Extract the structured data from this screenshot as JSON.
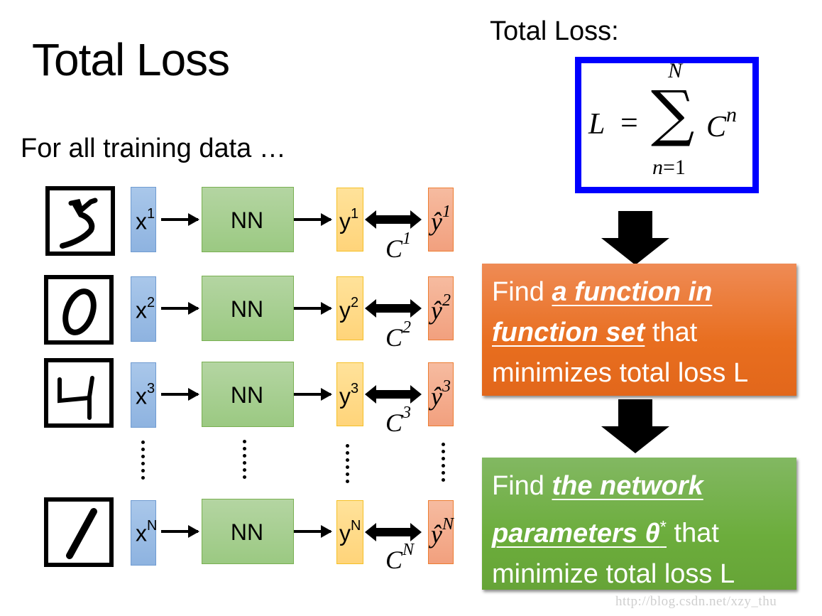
{
  "slide": {
    "title": "Total Loss",
    "subtitle": "For all training data …",
    "loss_label": "Total Loss:",
    "formula": {
      "lhs": "L",
      "equals": "=",
      "sum_symbol": "∑",
      "upper_limit": "N",
      "lower_var": "n",
      "lower_eq": "=1",
      "term": "C",
      "term_sup": "n",
      "border_color": "#0000ff"
    },
    "rows": [
      {
        "digit": "5",
        "x": "x",
        "x_sup": "1",
        "nn": "NN",
        "y": "y",
        "y_sup": "1",
        "yhat": "ŷ",
        "yhat_sup": "1",
        "c": "C",
        "c_sup": "1"
      },
      {
        "digit": "0",
        "x": "x",
        "x_sup": "2",
        "nn": "NN",
        "y": "y",
        "y_sup": "2",
        "yhat": "ŷ",
        "yhat_sup": "2",
        "c": "C",
        "c_sup": "2"
      },
      {
        "digit": "4",
        "x": "x",
        "x_sup": "3",
        "nn": "NN",
        "y": "y",
        "y_sup": "3",
        "yhat": "ŷ",
        "yhat_sup": "3",
        "c": "C",
        "c_sup": "3"
      },
      {
        "digit": "1",
        "x": "x",
        "x_sup": "N",
        "nn": "NN",
        "y": "y",
        "y_sup": "N",
        "yhat": "ŷ",
        "yhat_sup": "N",
        "c": "C",
        "c_sup": "N"
      }
    ],
    "colors": {
      "x_box": "#9dbde6",
      "nn_box": "#a9d08e",
      "y_box": "#ffd97f",
      "yhat_box": "#f4b08f",
      "orange_panel": "#ed7d31",
      "green_panel": "#70ad47"
    },
    "step1": {
      "prefix": "Find ",
      "emphasis_1": "a function in",
      "emphasis_2": "function set",
      "suffix_1": " that",
      "line3": "minimizes total loss L"
    },
    "step2": {
      "prefix": "Find ",
      "emphasis_1": "the network",
      "emphasis_2": "parameters θ",
      "emphasis_sup": "*",
      "suffix_1": " that",
      "line3": "minimize total loss L"
    },
    "watermark": "http://blog.csdn.net/xzy_thu"
  }
}
